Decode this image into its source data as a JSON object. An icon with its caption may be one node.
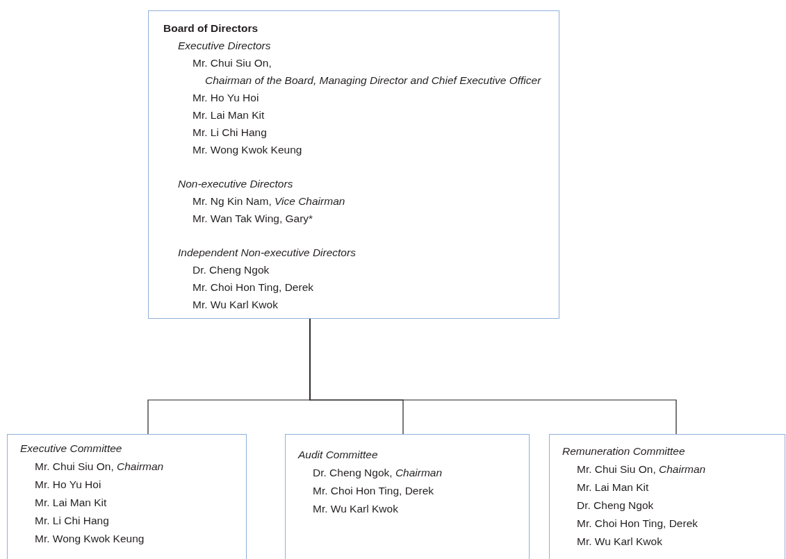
{
  "diagram": {
    "nodes": [
      {
        "text": [
          "Board of Directors",
          "Executive Directors",
          "Mr. Chui Siu On,",
          "Chairman of the Board, Managing Director and Chief Executive Officer",
          "Mr. Ho Yu Hoi",
          "Mr. Lai Man Kit",
          "Mr. Li Chi Hang",
          "Mr. Wong Kwok Keung",
          "Non-executive Directors",
          "Mr. Ng Kin Nam, *Vice Chairman*",
          "Mr. Wan Tak Wing, Gary*",
          "Independent Non-executive Directors",
          "Dr.  Cheng Ngok",
          "Mr. Choi Hon Ting, Derek",
          "Mr. Wu Karl Kwok"
        ]
      },
      {
        "text": [
          "Executive Committee",
          "Mr. Chui Siu On, *Chairman*",
          "Mr. Ho Yu Hoi",
          "Mr. Lai Man Kit",
          "Mr. Li Chi Hang",
          "Mr. Wong Kwok Keung"
        ]
      },
      {
        "text": [
          "Audit Committee",
          "Dr.  Cheng Ngok, *Chairman*",
          "Mr. Choi Hon Ting, Derek",
          "Mr. Wu Karl Kwok"
        ]
      },
      {
        "text": [
          "Remuneration Committee",
          "Mr. Chui Siu On, *Chairman*",
          "Mr. Lai Man Kit",
          "Dr.  Cheng Ngok",
          "Mr. Choi Hon Ting, Derek",
          "Mr. Wu Karl Kwok"
        ]
      }
    ],
    "edges": [
      {
        "from": 0,
        "to": 1,
        "arrow": "none"
      },
      {
        "from": 0,
        "to": 2,
        "arrow": "none"
      },
      {
        "from": 0,
        "to": 3,
        "arrow": "none"
      }
    ]
  }
}
